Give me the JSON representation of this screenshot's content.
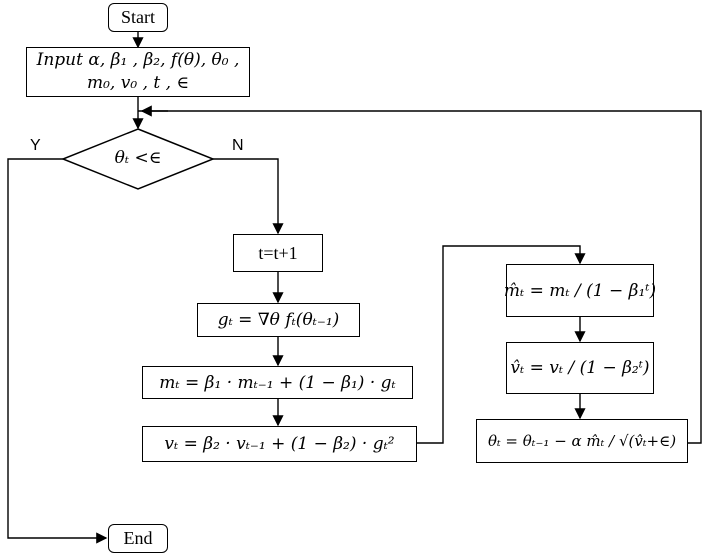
{
  "start_label": "Start",
  "end_label": "End",
  "input_line1": "Input α, β₁ , β₂, f(θ), θ₀ ,",
  "input_line2": "m₀, v₀ , t , ∈",
  "decision_text": "θₜ <∈",
  "branch_yes": "Y",
  "branch_no": "N",
  "increment_text": "t=t+1",
  "gradient_eq": "gₜ = ∇θ fₜ(θₜ₋₁)",
  "first_moment_eq": "mₜ = β₁ · mₜ₋₁ + (1 − β₁) · gₜ",
  "second_moment_eq": "vₜ = β₂ · vₜ₋₁ + (1 − β₂) · gₜ²",
  "m_hat_eq": "m̂ₜ = mₜ / (1 − β₁ᵗ)",
  "v_hat_eq": "v̂ₜ = vₜ / (1 − β₂ᵗ)",
  "update_eq": "θₜ = θₜ₋₁ − α m̂ₜ / √(v̂ₜ+∈)"
}
